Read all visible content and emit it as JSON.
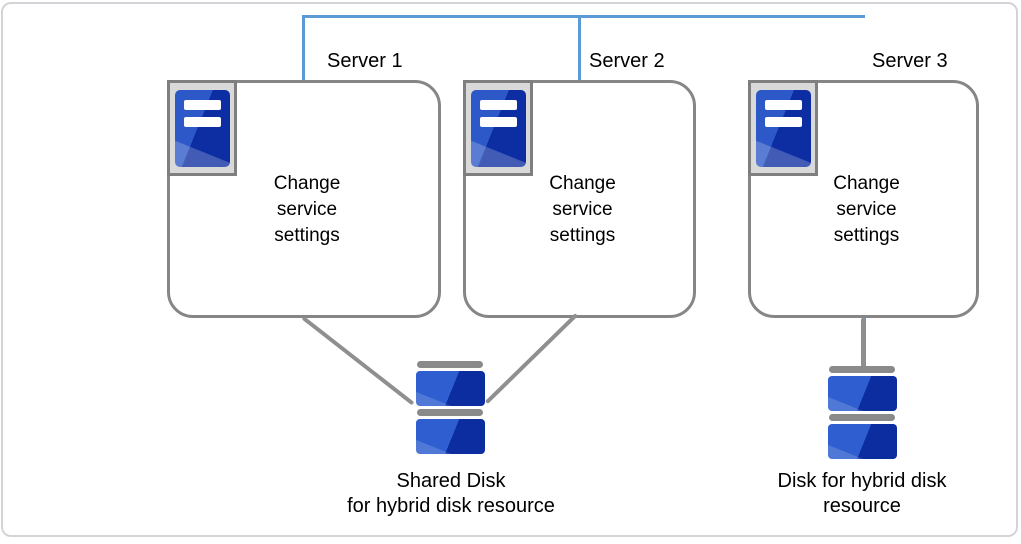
{
  "diagram": {
    "servers": [
      {
        "label": "Server 1",
        "body": "Change\nservice\nsettings"
      },
      {
        "label": "Server 2",
        "body": "Change\nservice\nsettings"
      },
      {
        "label": "Server 3",
        "body": "Change\nservice\nsettings"
      }
    ],
    "disks": {
      "shared_label": "Shared Disk\nfor hybrid disk resource",
      "hybrid_label": "Disk for hybrid disk\nresource"
    },
    "colors": {
      "interconnect_blue": "#5b9bd5",
      "connector_gray": "#8f8f8f",
      "box_border_gray": "#868686",
      "icon_plate_gray": "#d9d9d9",
      "server_blue_light": "#2c59c7",
      "server_blue_dark": "#0d2ea2",
      "disk_blue_light": "#2e5ecf",
      "disk_blue_dark": "#0c2da0",
      "disk_bar_gray": "#8a8a8a"
    }
  }
}
